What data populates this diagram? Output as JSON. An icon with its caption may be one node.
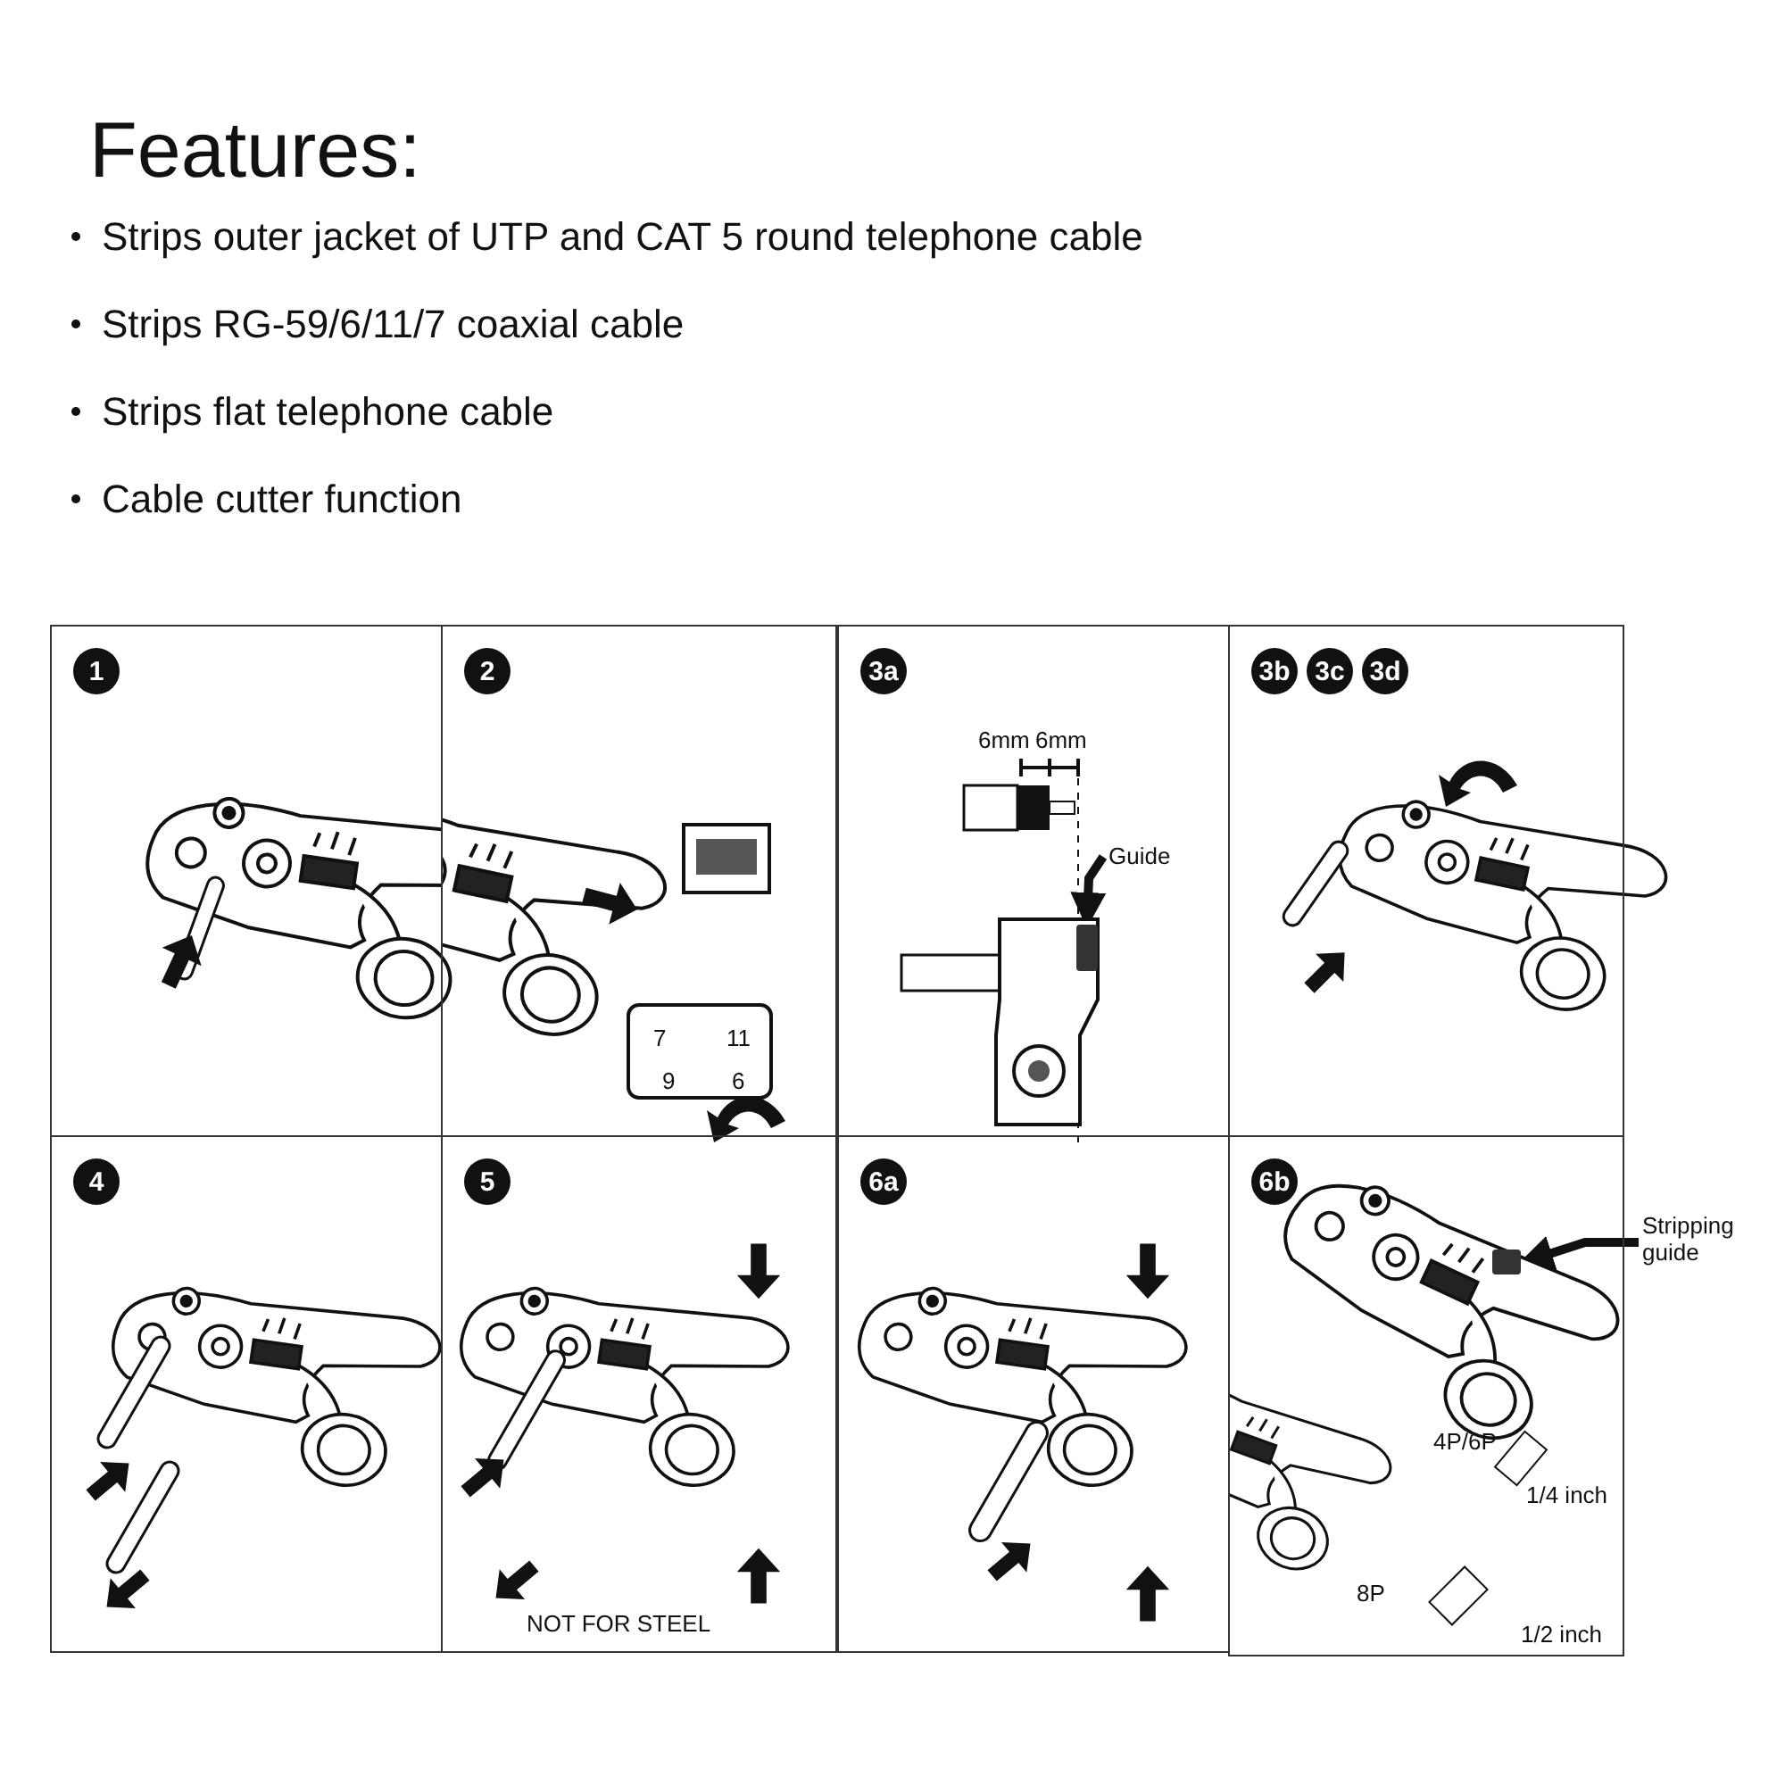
{
  "diagram": {
    "title": "Features:",
    "nodes": [
      {
        "text": [
          "1"
        ]
      },
      {
        "text": [
          "2"
        ]
      },
      {
        "text": [
          "3a"
        ]
      },
      {
        "text": [
          "3b",
          "3c",
          "3d"
        ]
      },
      {
        "text": [
          "4"
        ]
      },
      {
        "text": [
          "5"
        ]
      },
      {
        "text": [
          "6a"
        ]
      },
      {
        "text": [
          "6b"
        ]
      },
      {
        "text": [
          "Guide"
        ],
        "in": 2
      },
      {
        "text": [
          "Stripping guide"
        ]
      },
      {
        "text": [],
        "shape": "box",
        "in": 2
      },
      {
        "text": [],
        "shape": "box",
        "in": 7
      }
    ],
    "edges": [
      {
        "from": 8,
        "to": 10,
        "arrow": "to"
      },
      {
        "from": 9,
        "to": 11,
        "arrow": "to"
      }
    ],
    "labels": [
      "Strips outer jacket of UTP and CAT 5 round telephone cable",
      "Strips RG-59/6/11/7  coaxial cable",
      "Strips flat telephone cable",
      "Cable cutter function",
      "7",
      "11",
      "9",
      "6",
      "6mm",
      "6mm",
      "NOT FOR STEEL",
      "4P/6P",
      "1/4 inch",
      "8P",
      "1/2 inch"
    ]
  }
}
